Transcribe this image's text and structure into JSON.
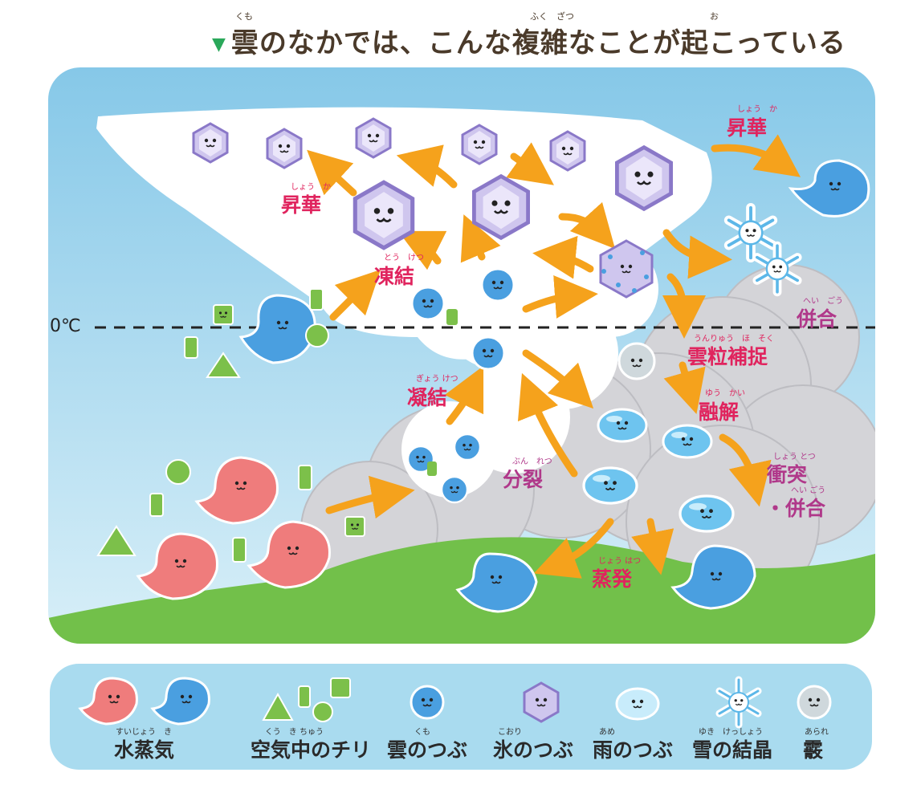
{
  "title": {
    "marker": "▼",
    "text": "雲のなかでは、こんな複雑なことが起こっている",
    "ruby_kumo": "くも",
    "ruby_fukuzatsu": "ふく　ざつ",
    "ruby_o": "お"
  },
  "temperature_line": "0℃",
  "processes": {
    "sublimation_right": {
      "label": "昇華",
      "ruby": "しょう　か"
    },
    "sublimation_left": {
      "label": "昇華",
      "ruby": "しょう　か"
    },
    "freezing": {
      "label": "凍結",
      "ruby": "とう　けつ"
    },
    "condensation": {
      "label": "凝結",
      "ruby": "ぎょう けつ"
    },
    "split": {
      "label": "分裂",
      "ruby": "ぶん　れつ"
    },
    "coalescence_top": {
      "label": "併合",
      "ruby": "へい　ごう"
    },
    "riming": {
      "label": "雲粒補捉",
      "ruby": "うんりゅう　ほ　そく"
    },
    "melting": {
      "label": "融解",
      "ruby": "ゆう　かい"
    },
    "collision": {
      "label": "衝突",
      "ruby": "しょう とつ"
    },
    "collision_merge": {
      "label": "・併合",
      "ruby": "へい ごう"
    },
    "evaporation": {
      "label": "蒸発",
      "ruby": "じょう はつ"
    }
  },
  "legend": [
    {
      "label": "水蒸気",
      "ruby": "すいじょう　き",
      "icon": "water-vapor-icon"
    },
    {
      "label": "空気中のチリ",
      "ruby": "くう　き ちゅう",
      "icon": "dust-icon"
    },
    {
      "label": "雲のつぶ",
      "ruby": "くも",
      "icon": "cloud-droplet-icon"
    },
    {
      "label": "氷のつぶ",
      "ruby": "こおり",
      "icon": "ice-particle-icon"
    },
    {
      "label": "雨のつぶ",
      "ruby": "あめ",
      "icon": "raindrop-icon"
    },
    {
      "label": "雪の結晶",
      "ruby": "ゆき　けっしょう",
      "icon": "snow-crystal-icon"
    },
    {
      "label": "霰",
      "ruby": "あられ",
      "icon": "graupel-icon"
    }
  ],
  "colors": {
    "sky": "#8fcdea",
    "cloud_white": "#ffffff",
    "cloud_gray": "#d2d2d6",
    "hill": "#72c04a",
    "arrow": "#f5a21c",
    "label_magenta": "#e0245e",
    "label_purple": "#b0388a",
    "vapor_red": "#ef7c7c",
    "vapor_blue": "#4a9fe0",
    "dust_green": "#7cc04a",
    "ice_purple": "#cfc6ee"
  }
}
